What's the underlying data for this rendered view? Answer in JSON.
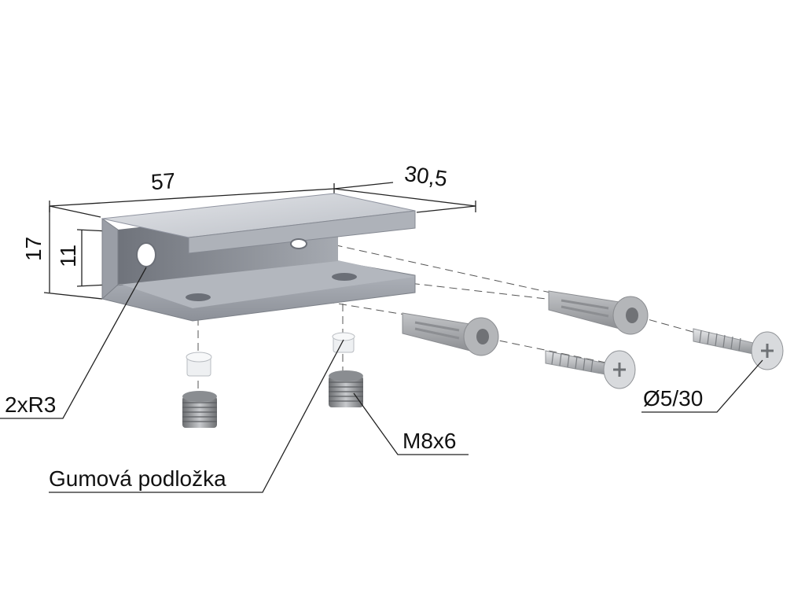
{
  "dimensions": {
    "length": "57",
    "depth": "30,5",
    "height_outer": "17",
    "height_inner": "11"
  },
  "labels": {
    "hole_radius": "2xR3",
    "rubber_washer": "Gumová podložka",
    "set_screw": "M8x6",
    "wood_screw": "Ø5/30"
  },
  "colors": {
    "metal_light": "#c9ccd2",
    "metal_mid": "#a8acb3",
    "metal_dark": "#7e828a",
    "plug_gray": "#a9abae"
  }
}
